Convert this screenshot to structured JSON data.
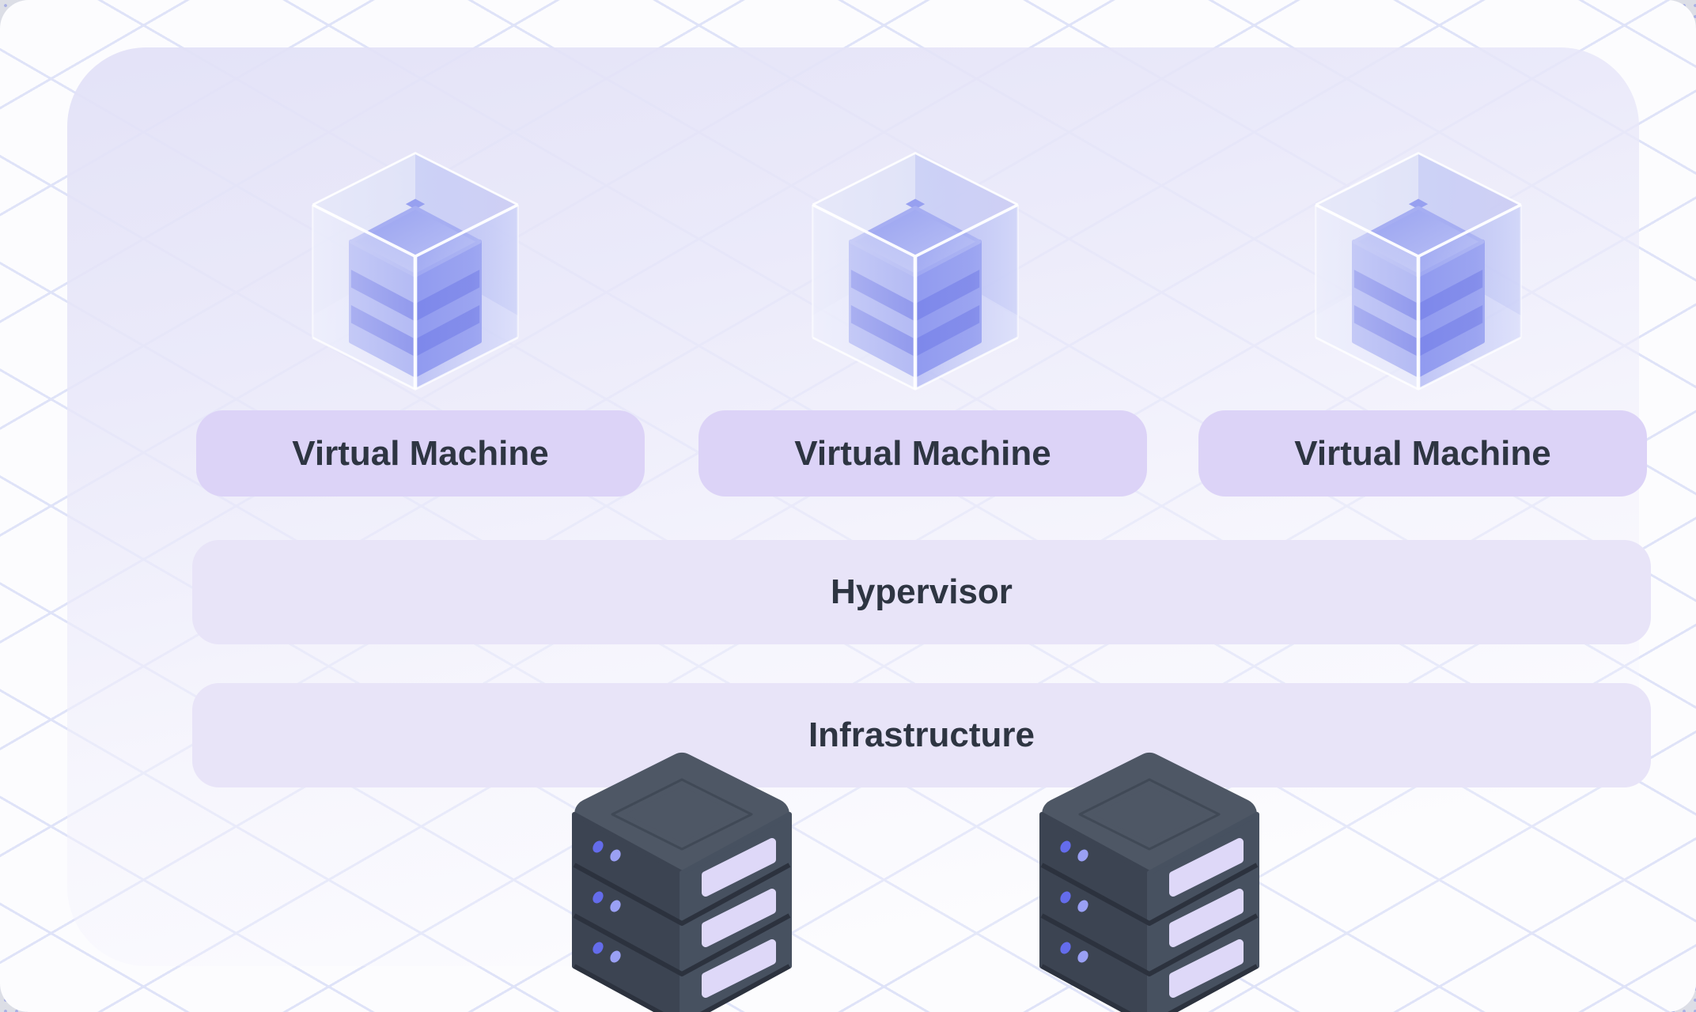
{
  "diagram": {
    "vm_boxes": [
      {
        "label": "Virtual Machine",
        "icon": "vm-cube-icon"
      },
      {
        "label": "Virtual Machine",
        "icon": "vm-cube-icon"
      },
      {
        "label": "Virtual Machine",
        "icon": "vm-cube-icon"
      }
    ],
    "layers": {
      "hypervisor": {
        "label": "Hypervisor"
      },
      "infrastructure": {
        "label": "Infrastructure",
        "icons": [
          "server-stack-icon",
          "server-stack-icon"
        ]
      }
    }
  },
  "colors": {
    "vm-pill-bg": "#dcd3f7",
    "layer-bar-bg": "#e8e4f8",
    "label-text": "#2e3542",
    "page-bg": "#fcfcfe",
    "backdrop": "#dcdee6",
    "grid-line": "#dfe3f8",
    "card-tint": "#e4e2f6",
    "accent-periwinkle": "#8d96ee",
    "accent-indigo": "#6470e5",
    "server-body": "#3d4553",
    "server-top": "#4e5765",
    "server-right": "#475160",
    "server-slot": "#ded8f8",
    "led-dark": "#646ceb",
    "led-light": "#9aa0f4"
  }
}
